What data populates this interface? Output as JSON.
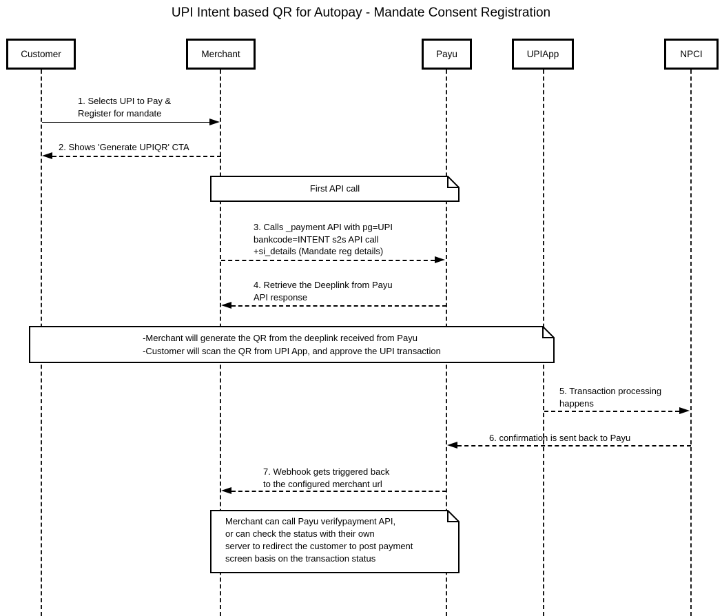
{
  "title": "UPI Intent based QR for Autopay - Mandate Consent Registration",
  "actors": [
    {
      "id": "customer",
      "label": "Customer"
    },
    {
      "id": "merchant",
      "label": "Merchant"
    },
    {
      "id": "payu",
      "label": "Payu"
    },
    {
      "id": "upiapp",
      "label": "UPIApp"
    },
    {
      "id": "npci",
      "label": "NPCI"
    }
  ],
  "messages": [
    {
      "from": "Customer",
      "to": "Merchant",
      "style": "solid",
      "text": "1. Selects UPI to Pay &\nRegister for mandate"
    },
    {
      "from": "Merchant",
      "to": "Customer",
      "style": "dashed",
      "text": "2. Shows 'Generate UPIQR' CTA"
    },
    {
      "from": "Merchant",
      "to": "Payu",
      "style": "dashed",
      "text": "3. Calls _payment API with pg=UPI\nbankcode=INTENT s2s API call\n+si_details (Mandate reg details)"
    },
    {
      "from": "Payu",
      "to": "Merchant",
      "style": "dashed",
      "text": "4. Retrieve the Deeplink from Payu\nAPI response"
    },
    {
      "from": "UPIApp",
      "to": "NPCI",
      "style": "dashed",
      "text": "5. Transaction processing\nhappens"
    },
    {
      "from": "NPCI",
      "to": "Payu",
      "style": "dashed",
      "text": "6. confirmation is sent back to Payu"
    },
    {
      "from": "Payu",
      "to": "Merchant",
      "style": "dashed",
      "text": "7. Webhook gets triggered back\nto the configured merchant url"
    }
  ],
  "notes": [
    {
      "text": "First API call"
    },
    {
      "text": "-Merchant will generate the QR from the deeplink received from Payu\n-Customer will scan the QR from UPI App, and approve the UPI transaction"
    },
    {
      "text": "Merchant can call Payu verifypayment API,\nor can check the status with their own\nserver to redirect the customer to post payment\nscreen basis on the transaction status"
    }
  ],
  "colors": {
    "line": "#000000",
    "background": "#ffffff"
  }
}
